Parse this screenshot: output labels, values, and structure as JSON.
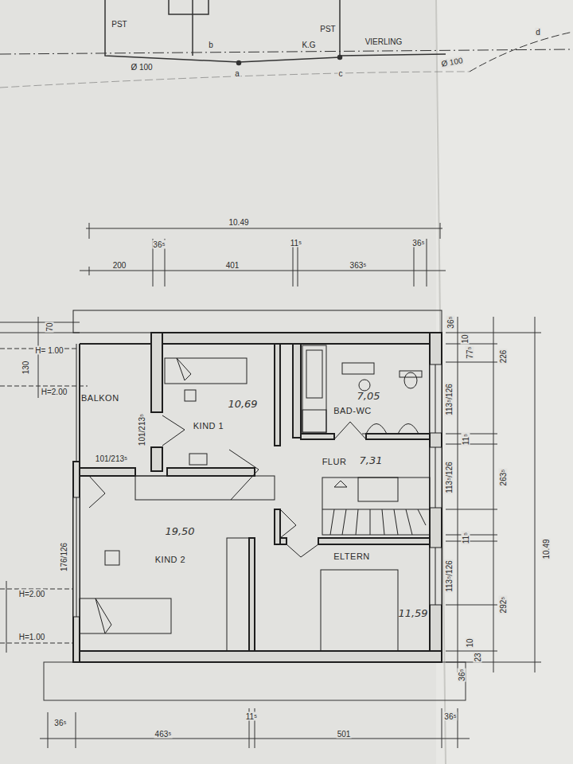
{
  "diagram": {
    "nodes": [
      {
        "text": [
          "BALKON"
        ]
      },
      {
        "text": [
          "KIND 1",
          "10,69"
        ]
      },
      {
        "text": [
          "BAD-WC",
          "7,05"
        ]
      },
      {
        "text": [
          "FLUR",
          "7,31"
        ]
      },
      {
        "text": [
          "KIND 2",
          "19,50"
        ]
      },
      {
        "text": [
          "ELTERN",
          "11,59"
        ]
      }
    ],
    "labels": [
      "PST",
      "Ø 100",
      "b",
      "a",
      "PST",
      "K.G",
      "c",
      "VIERLING",
      "Ø 100",
      "d",
      "10.49",
      "36⁵",
      "11⁵",
      "36⁵",
      "200",
      "401",
      "363⁵",
      "70",
      "130",
      "H= 1.00",
      "H=2.00",
      "101/213⁵",
      "101/213⁵",
      "176/126",
      "H=2.00",
      "H=1.00",
      "36⁵",
      "10",
      "77⁵",
      "226",
      "113⁵/126",
      "11⁵",
      "263⁵",
      "113⁵/126",
      "11⁵",
      "113⁵/126",
      "292⁵",
      "10",
      "23",
      "36⁵",
      "10.49",
      "36⁵",
      "463⁵",
      "11⁵",
      "501",
      "36⁵"
    ]
  }
}
